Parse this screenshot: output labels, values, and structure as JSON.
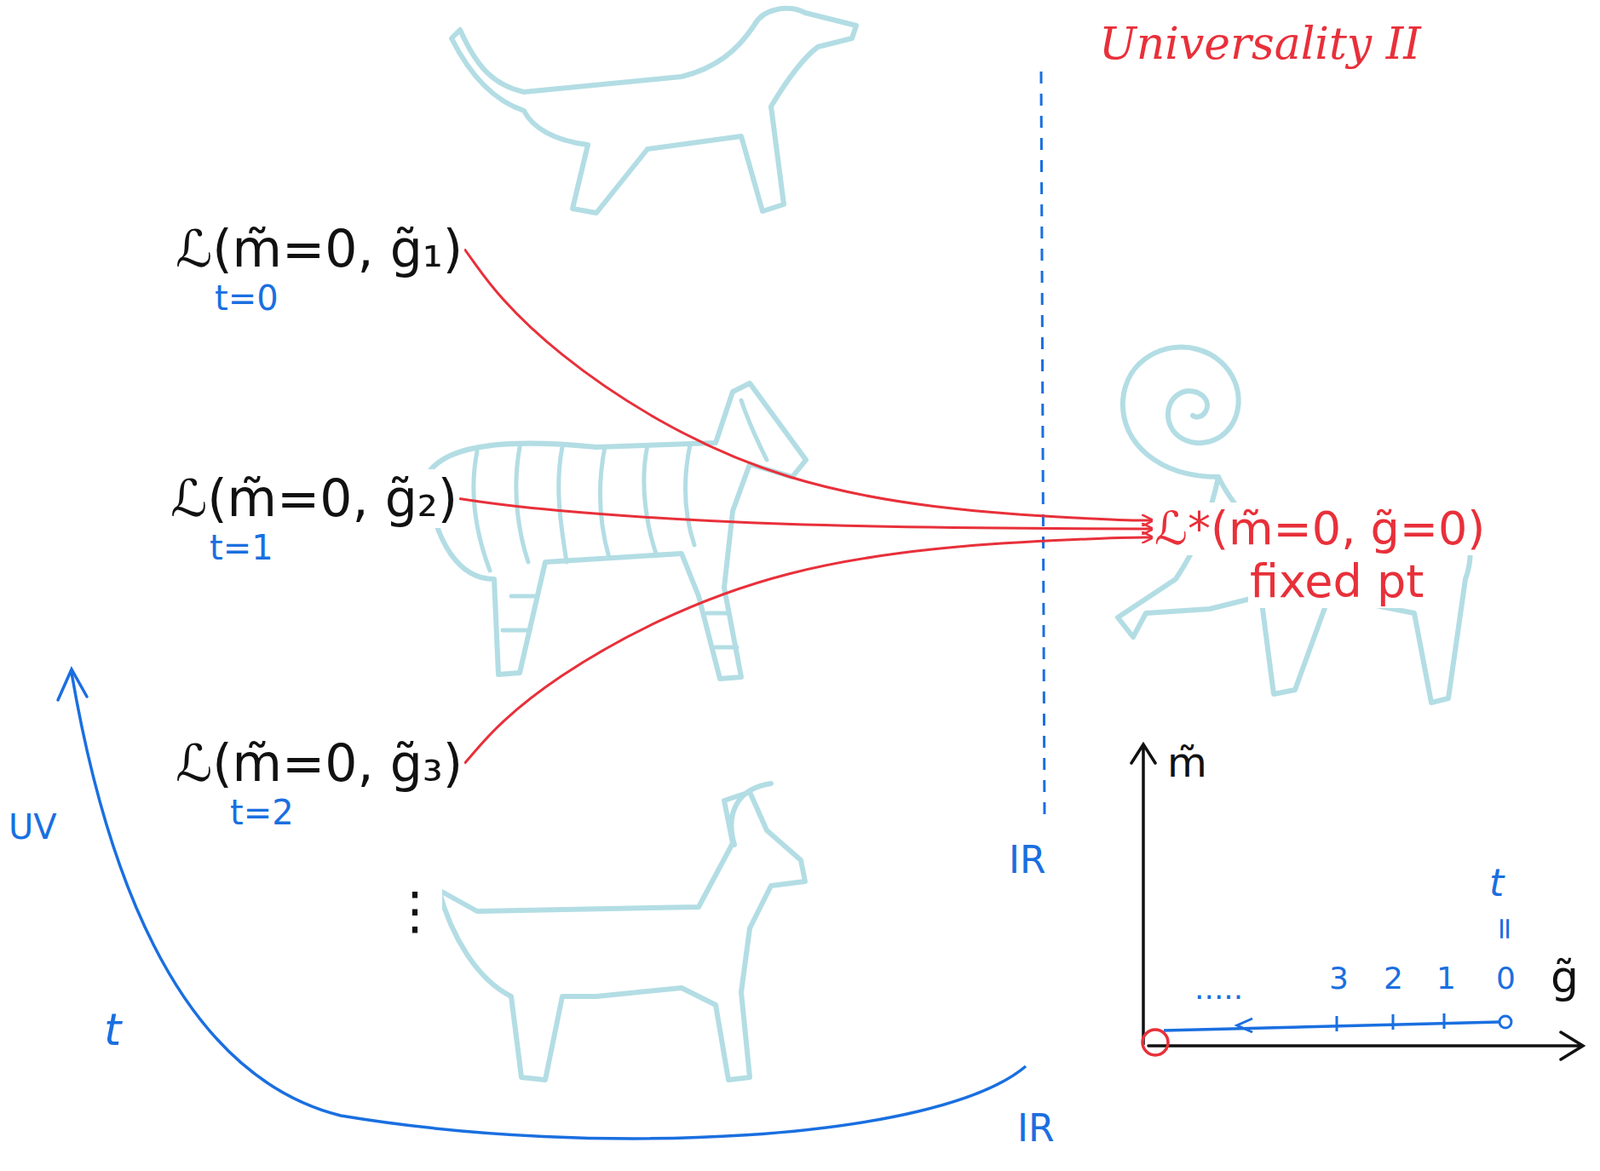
{
  "diagram": {
    "title": "Universality II",
    "nodes": [
      {
        "text": [
          "ℒ(m̃=0, g̃₁)",
          "t=0"
        ]
      },
      {
        "text": [
          "ℒ(m̃=0, g̃₂)",
          "t=1"
        ]
      },
      {
        "text": [
          "ℒ(m̃=0, g̃₃)",
          "t=2"
        ]
      },
      {
        "text": [
          "ℒ*(m̃=0, g̃=0)",
          "fixed pt"
        ]
      }
    ],
    "edges": [
      {
        "from": 0,
        "to": 3,
        "arrow": "to"
      },
      {
        "from": 1,
        "to": 3,
        "arrow": "to"
      },
      {
        "from": 2,
        "to": 3,
        "arrow": "to"
      }
    ],
    "labels": [
      "⋮",
      "IR",
      "IR",
      "UV",
      "t",
      "m̃",
      "g̃",
      "t",
      "=",
      "3",
      "2",
      "1",
      "0",
      "....."
    ]
  }
}
